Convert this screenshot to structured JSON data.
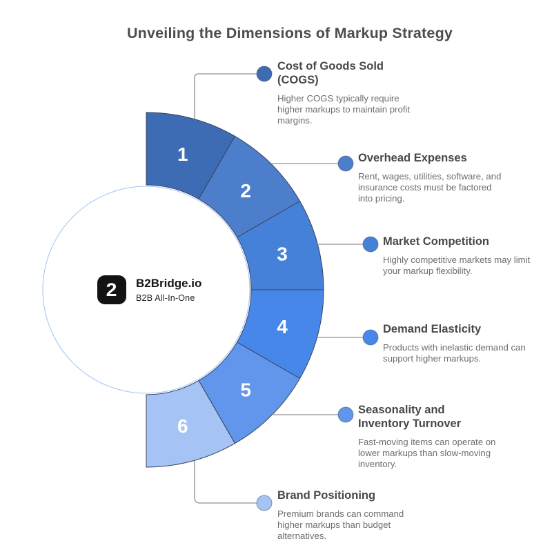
{
  "title": "Unveiling the Dimensions of Markup Strategy",
  "brand": {
    "name": "B2Bridge.io",
    "tagline": "B2B All-In-One",
    "logo_glyph": "2",
    "logo_bg_color": "#131313"
  },
  "connector_color": "#a3a3a3",
  "chart_data": {
    "type": "pie",
    "variant": "semi-donut",
    "title": "Unveiling the Dimensions of Markup Strategy",
    "start_angle_deg": 90,
    "end_angle_deg": -90,
    "segment_angle_deg": 30,
    "inner_radius": 152,
    "outer_radius": 257,
    "center_circle_border_color": "#9cc2f5",
    "segment_border_color": "#3a4456",
    "number_text_color": "#ffffff",
    "segments": [
      {
        "number": "1",
        "label": "Cost of Goods Sold (COGS)",
        "description": "Higher COGS typically require higher markups to maintain profit margins.",
        "color": "#3d6bb4"
      },
      {
        "number": "2",
        "label": "Overhead Expenses",
        "description": "Rent, wages, utilities, software, and insurance costs must be factored into pricing.",
        "color": "#4d7ecc"
      },
      {
        "number": "3",
        "label": "Market Competition",
        "description": "Highly competitive markets may limit your markup flexibility.",
        "color": "#4580d9"
      },
      {
        "number": "4",
        "label": "Demand Elasticity",
        "description": "Products with inelastic demand can support higher markups.",
        "color": "#4787ea"
      },
      {
        "number": "5",
        "label": "Seasonality and Inventory Turnover",
        "description": "Fast-moving items can operate on lower markups than slow-moving inventory.",
        "color": "#6196ec"
      },
      {
        "number": "6",
        "label": "Brand Positioning",
        "description": "Premium brands can command higher markups than budget alternatives.",
        "color": "#a6c3f6"
      }
    ]
  }
}
